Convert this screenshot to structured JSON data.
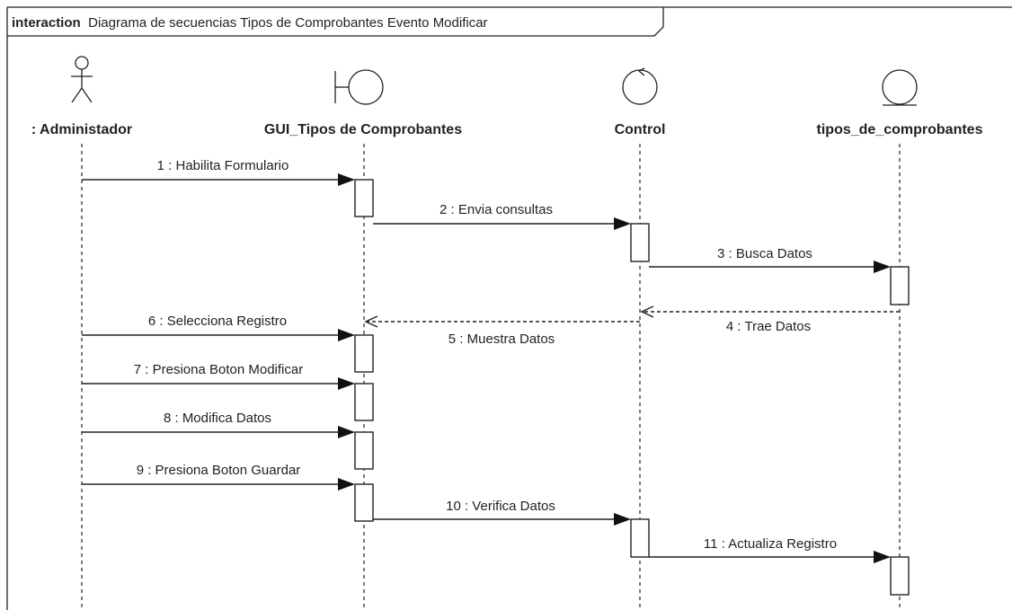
{
  "frame": {
    "keyword": "interaction",
    "name": "Diagrama de secuencias Tipos de Comprobantes Evento Modificar"
  },
  "lifelines": [
    {
      "id": "admin",
      "name": ": Administador",
      "kind": "actor",
      "icon": "actor-icon"
    },
    {
      "id": "gui",
      "name": "GUI_Tipos de Comprobantes",
      "kind": "boundary",
      "icon": "boundary-icon"
    },
    {
      "id": "control",
      "name": "Control",
      "kind": "control",
      "icon": "control-icon"
    },
    {
      "id": "entity",
      "name": "tipos_de_comprobantes",
      "kind": "entity",
      "icon": "entity-icon"
    }
  ],
  "messages": [
    {
      "label": "1 : Habilita Formulario",
      "from": "admin",
      "to": "gui",
      "type": "sync"
    },
    {
      "label": "2 : Envia consultas",
      "from": "gui",
      "to": "control",
      "type": "sync"
    },
    {
      "label": "3 : Busca Datos",
      "from": "control",
      "to": "entity",
      "type": "sync"
    },
    {
      "label": "4 : Trae Datos",
      "from": "entity",
      "to": "control",
      "type": "return"
    },
    {
      "label": "5 : Muestra Datos",
      "from": "control",
      "to": "gui",
      "type": "return"
    },
    {
      "label": "6 : Selecciona Registro",
      "from": "admin",
      "to": "gui",
      "type": "sync"
    },
    {
      "label": "7 : Presiona Boton Modificar",
      "from": "admin",
      "to": "gui",
      "type": "sync"
    },
    {
      "label": "8 : Modifica Datos",
      "from": "admin",
      "to": "gui",
      "type": "sync"
    },
    {
      "label": "9 : Presiona Boton Guardar",
      "from": "admin",
      "to": "gui",
      "type": "sync"
    },
    {
      "label": "10 : Verifica Datos",
      "from": "gui",
      "to": "control",
      "type": "sync"
    },
    {
      "label": "11 : Actualiza Registro",
      "from": "control",
      "to": "entity",
      "type": "sync"
    }
  ]
}
